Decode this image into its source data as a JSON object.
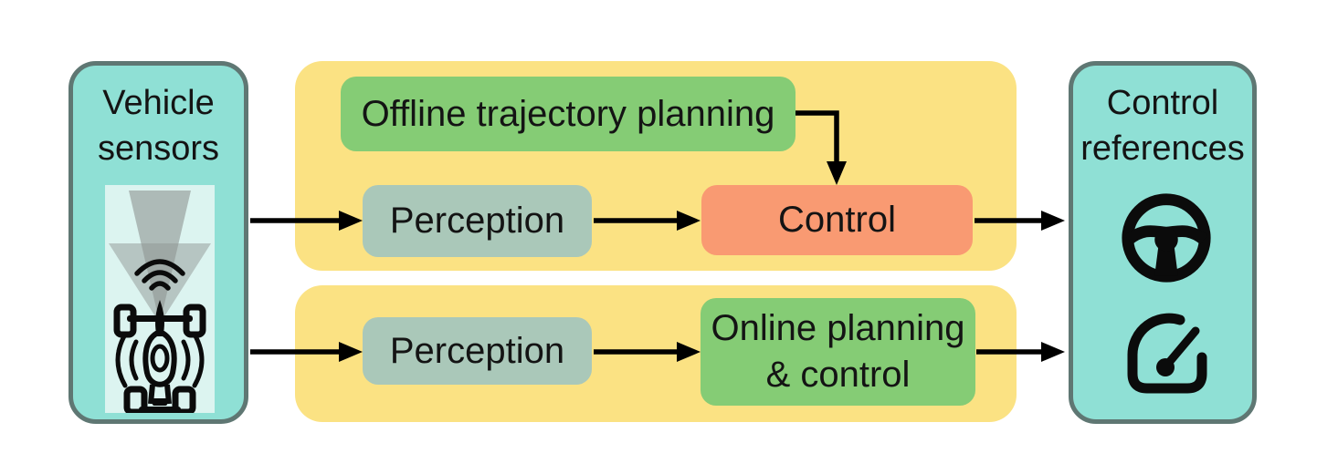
{
  "colors": {
    "panel_teal": "#8FE0D5",
    "panel_teal_border": "#5F7773",
    "sensor_bg": "#DCF4F0",
    "pipeline_yellow": "#FBE283",
    "planning_green": "#85CC75",
    "perception_sage": "#AAC8B9",
    "control_orange": "#F99A72",
    "arrow_black": "#000000"
  },
  "left_panel": {
    "title_lines": [
      "Vehicle",
      "sensors"
    ],
    "icon": "autonomous-car-sensors-icon"
  },
  "top_pipeline": {
    "planning_label": "Offline trajectory planning",
    "perception_label": "Perception",
    "control_label": "Control"
  },
  "bottom_pipeline": {
    "perception_label": "Perception",
    "planning_control_lines": [
      "Online planning",
      "& control"
    ]
  },
  "right_panel": {
    "title_lines": [
      "Control",
      "references"
    ],
    "icons": [
      "steering-wheel-icon",
      "speedometer-icon"
    ]
  }
}
